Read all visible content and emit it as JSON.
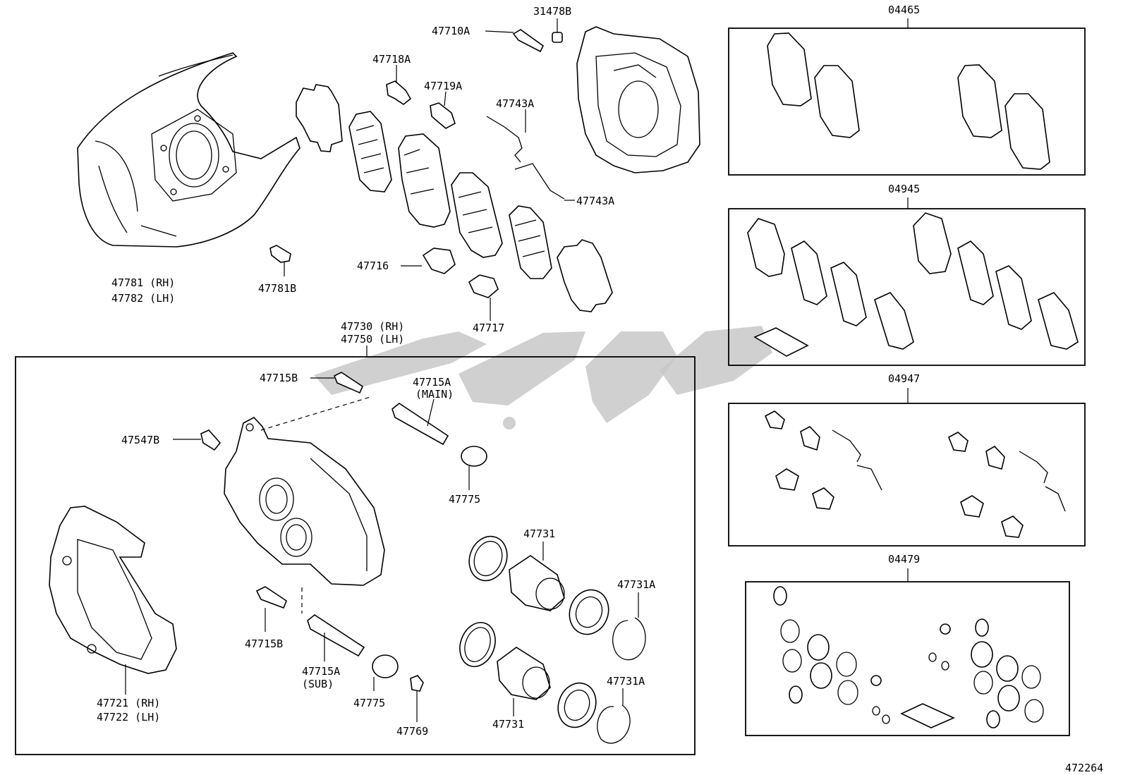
{
  "labels": {
    "l31478B": "31478B",
    "l47710A": "47710A",
    "l47718A": "47718A",
    "l47719A": "47719A",
    "l47743A_1": "47743A",
    "l47743A_2": "47743A",
    "l47716": "47716",
    "l47717": "47717",
    "l47781_rh": "47781 (RH)",
    "l47782_lh": "47782 (LH)",
    "l47781B": "47781B",
    "l47730_rh": "47730 (RH)",
    "l47750_lh": "47750 (LH)",
    "l47715B_top": "47715B",
    "l47715A_main": "47715A",
    "l47715A_main_note": "(MAIN)",
    "l47547B": "47547B",
    "l47775_top": "47775",
    "l47731_top": "47731",
    "l47731A_top": "47731A",
    "l47715B_bot": "47715B",
    "l47715A_sub": "47715A",
    "l47715A_sub_note": "(SUB)",
    "l47775_bot": "47775",
    "l47769": "47769",
    "l47731_bot": "47731",
    "l47731A_bot": "47731A",
    "l47721_rh": "47721 (RH)",
    "l47722_lh": "47722 (LH)",
    "k04465": "04465",
    "k04945": "04945",
    "k04947": "04947",
    "k04479": "04479",
    "figure_number": "472264"
  },
  "watermark_color": "#c8c8c8"
}
